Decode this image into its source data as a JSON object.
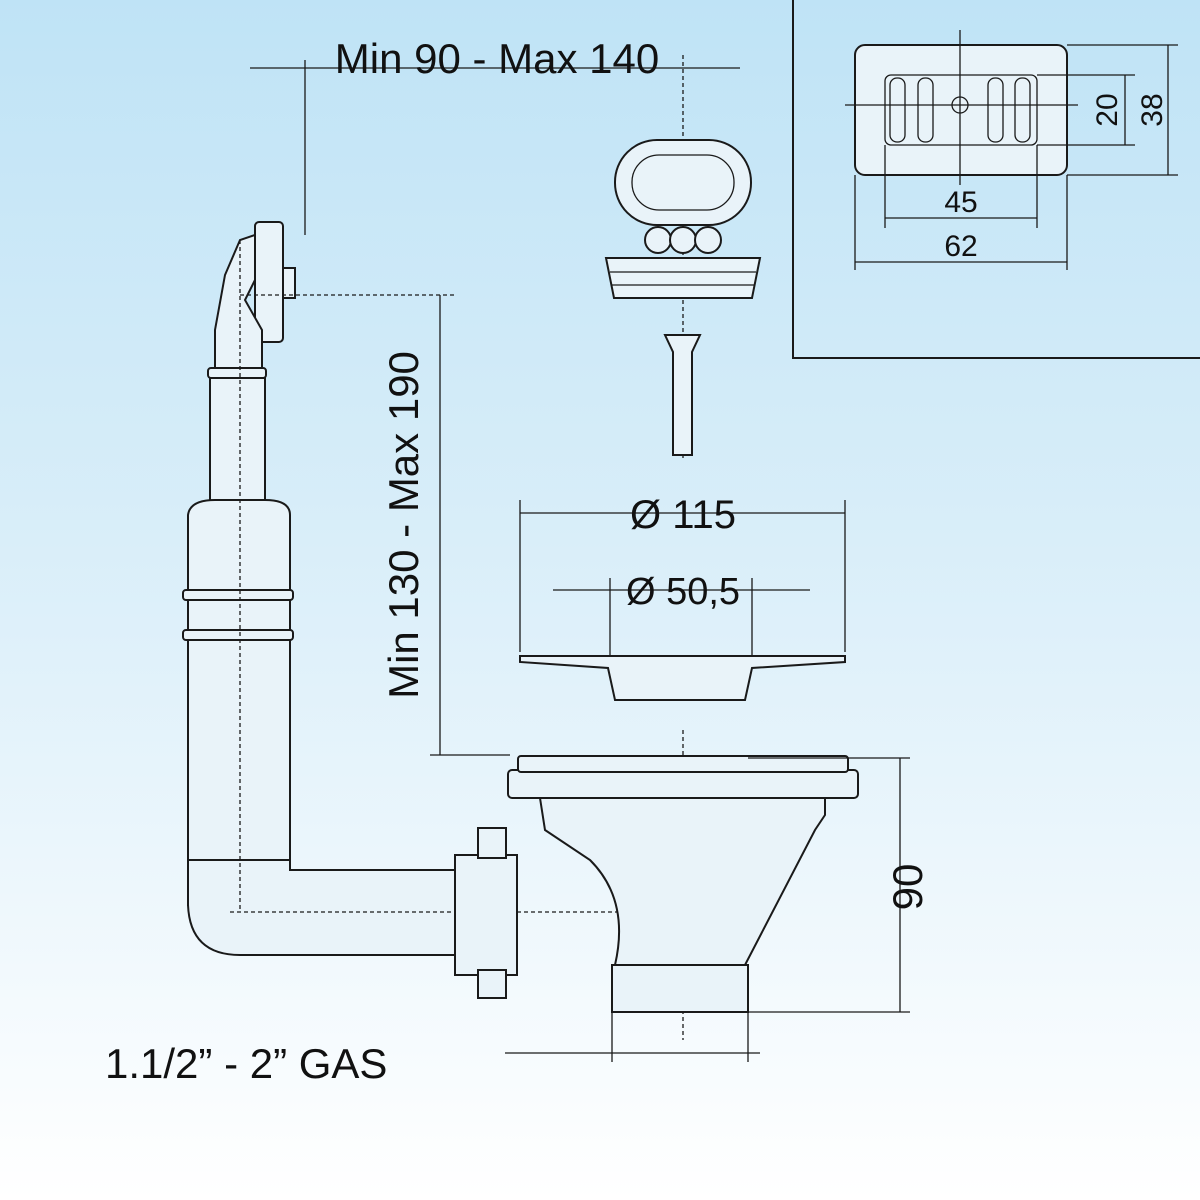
{
  "dimensions": {
    "overflow_distance": "Min 90 - Max 140",
    "overflow_height": "Min 130 - Max 190",
    "strainer_diameter": "Ø 115",
    "strainer_inner_diameter": "Ø 50,5",
    "body_height": "90",
    "thread": "1.1/2” - 2” GAS"
  },
  "inset": {
    "slot_height": "20",
    "plate_height": "38",
    "slot_width": "45",
    "plate_width": "62"
  }
}
